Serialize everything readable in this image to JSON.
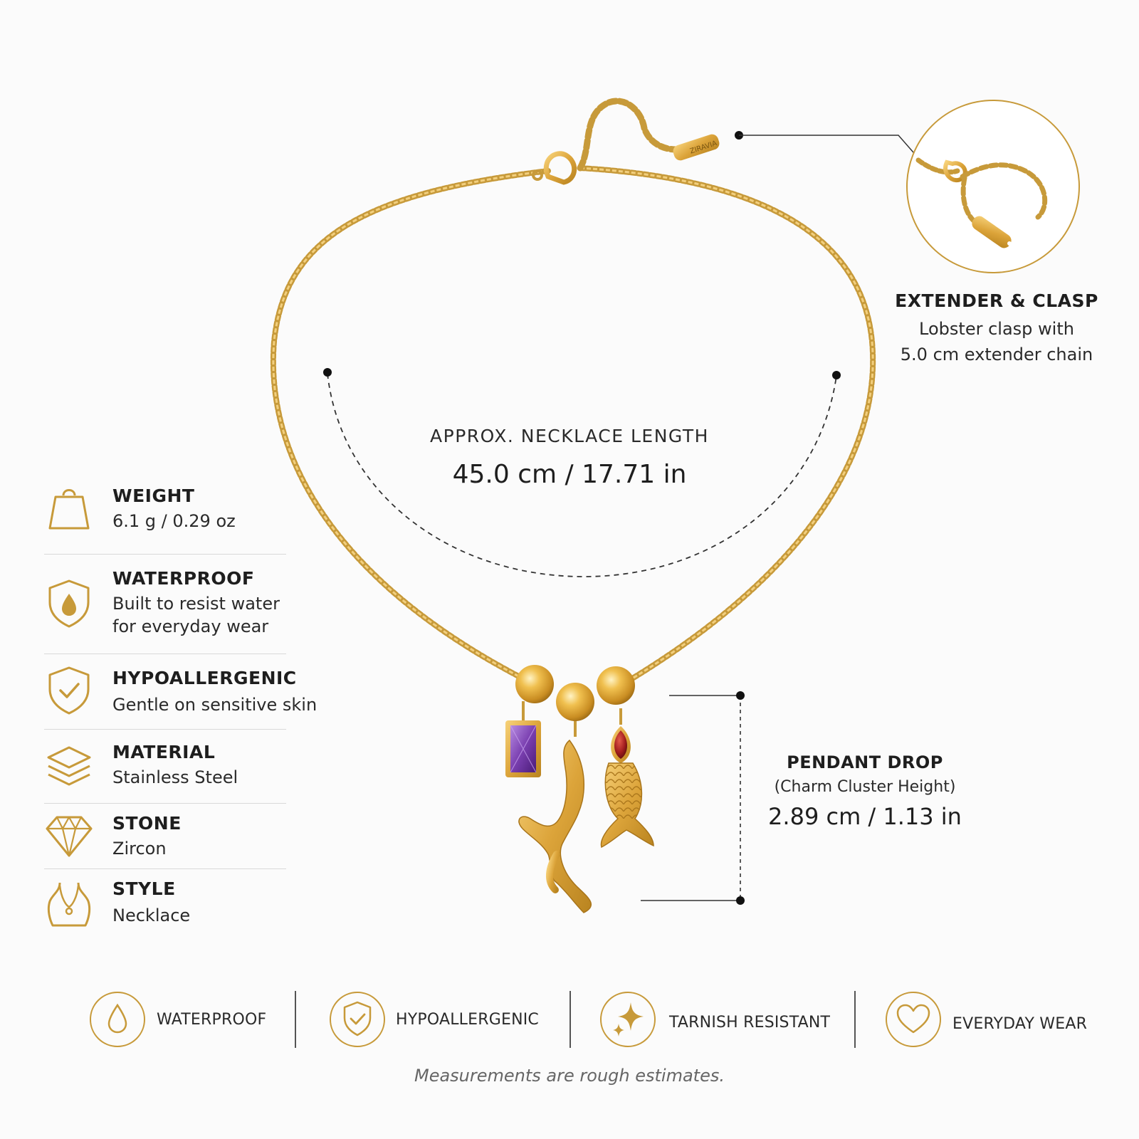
{
  "colors": {
    "gold": "#d8a23a",
    "gold_dark": "#b98420",
    "gold_line": "#c79a3a",
    "amethyst": "#7a3fb0",
    "garnet": "#a51f1f",
    "text": "#1e1e1e"
  },
  "necklace_length": {
    "label": "APPROX. NECKLACE LENGTH",
    "value": "45.0 cm / 17.71 in"
  },
  "extender": {
    "title": "EXTENDER & CLASP",
    "line1": "Lobster clasp with",
    "line2": "5.0 cm extender chain",
    "tag_text": "ZIRAVIA"
  },
  "pendant_drop": {
    "title": "PENDANT DROP",
    "subtitle": "(Charm Cluster Height)",
    "value": "2.89 cm / 1.13 in"
  },
  "specs": [
    {
      "icon": "weight-icon",
      "title": "WEIGHT",
      "line1": "6.1 g / 0.29 oz",
      "line2": ""
    },
    {
      "icon": "water-shield-icon",
      "title": "WATERPROOF",
      "line1": "Built to resist water",
      "line2": "for everyday wear"
    },
    {
      "icon": "check-shield-icon",
      "title": "HYPOALLERGENIC",
      "line1": "Gentle on sensitive skin",
      "line2": ""
    },
    {
      "icon": "layers-icon",
      "title": "MATERIAL",
      "line1": "Stainless Steel",
      "line2": ""
    },
    {
      "icon": "diamond-icon",
      "title": "STONE",
      "line1": "Zircon",
      "line2": ""
    },
    {
      "icon": "necklace-bust-icon",
      "title": "STYLE",
      "line1": "Necklace",
      "line2": ""
    }
  ],
  "badges": [
    {
      "icon": "droplet-icon",
      "label": "WATERPROOF"
    },
    {
      "icon": "shield-check-icon",
      "label": "HYPOALLERGENIC"
    },
    {
      "icon": "sparkle-icon",
      "label": "TARNISH RESISTANT"
    },
    {
      "icon": "heart-icon",
      "label": "EVERYDAY WEAR"
    }
  ],
  "footnote": "Measurements are rough estimates."
}
